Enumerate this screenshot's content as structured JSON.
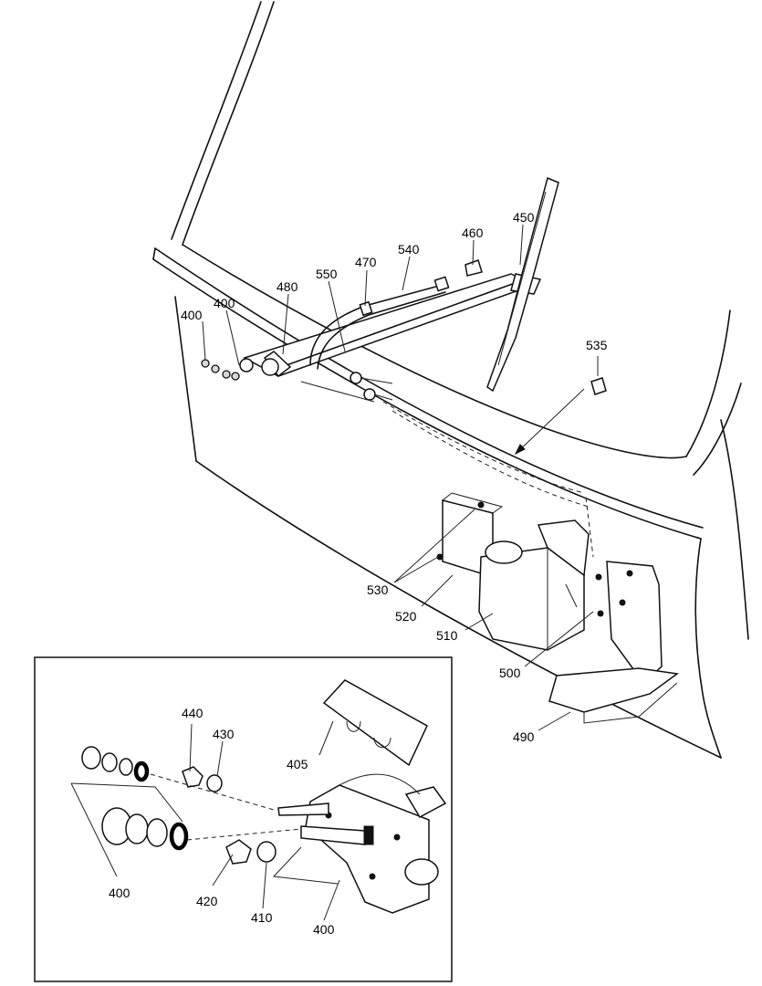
{
  "labels": {
    "l450": "450",
    "l460": "460",
    "l540": "540",
    "l470": "470",
    "l550": "550",
    "l480": "480",
    "l400_a": "400",
    "l400_b": "400",
    "l535": "535",
    "l530": "530",
    "l520": "520",
    "l510": "510",
    "l500": "500",
    "l490": "490",
    "l440": "440",
    "l430": "430",
    "l405": "405",
    "l400_c": "400",
    "l420": "420",
    "l410": "410",
    "l400_d": "400"
  }
}
